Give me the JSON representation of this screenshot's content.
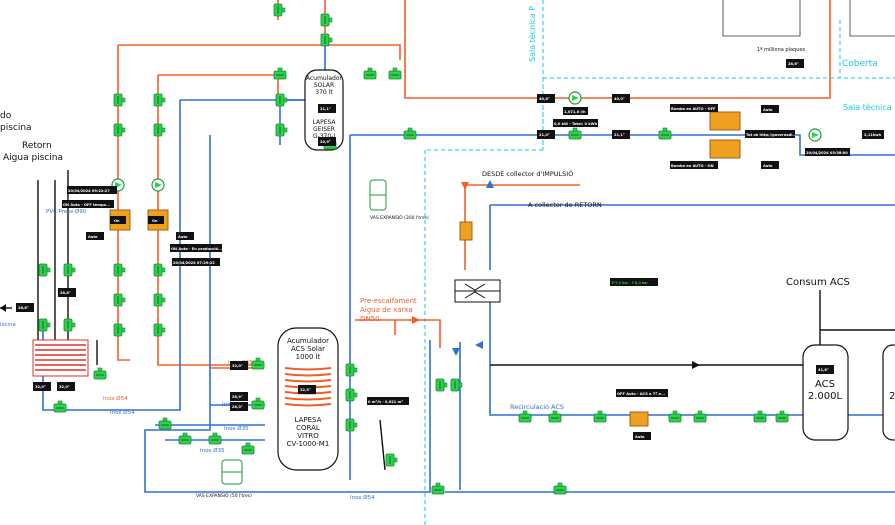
{
  "sala_tecnica_top": "Sala tècnica P",
  "coberta_label": "Coberta",
  "sala_tecnica_right": "Sala tècnica",
  "milliona_label": "1ª milliona  plaques",
  "left": {
    "line1": "do",
    "line2": "piscina",
    "line3": "Retorn",
    "line4": "Aigua  piscina",
    "pvc_label": "PVC Press Ø90",
    "bottom_piscina": "iscina"
  },
  "tank_solar": {
    "l1": "Acumulador",
    "l2": "SOLAR",
    "l3": "370 lt",
    "l4": "LAPESA",
    "l5": "GEISER",
    "l6": "G-370-I"
  },
  "acumulador": {
    "l1": "Acumulador",
    "l2": "ACS Solar",
    "l3": "1000 lt",
    "l4": "LAPESA",
    "l5": "CORAL",
    "l6": "VITRO",
    "l7": "CV-1000-M1"
  },
  "vas_top": "VAS EXPANSIÓ (300 l'tres)",
  "vas_bottom": "VAS  EXPANSIÓ  (50  l'tres)",
  "desde_label": "DESDE collector d'IMPULSIÓ",
  "a_collector_label": "A collector de RETORN",
  "preescalfament": {
    "l1": "Pre-escalfament",
    "l2": "Aigua de xarxa",
    "l3": "DN50"
  },
  "consum_label": "Consum  ACS",
  "acs_tank": {
    "l1": "ACS",
    "l2": "2.000L",
    "partial": "2"
  },
  "recirculacio": "Recirculació ACS",
  "inox": {
    "a": "Inox Ø54",
    "b": "Inox Ø54",
    "c": "Inox Ø35",
    "d": "Inox Ø35",
    "e": "Inox Ø35",
    "f": "Inox Ø54"
  },
  "pipe_orange_mid": "Inox Ø35",
  "tags": {
    "t_solar_temp": "21,1°",
    "t_solar_temp2": "20,9°",
    "t_top_a": "40,8°",
    "t_top_b": "40,0°",
    "t_flow": "1,071,0 l/h",
    "t_power": "0,0 kW - Total: 0 kWh",
    "t_ret_a": "21,0°",
    "t_ret_b": "21,1°",
    "t_bomba_a": "Bomba en AUTO - OFF",
    "t_bomba_b": "Bomba en AUTO - ON",
    "t_auto_a": "Auto",
    "t_auto_b": "Auto",
    "t_status": "Tot ok http://governadi...",
    "t_date_r": "20/04/2024 03:58:00",
    "t_right_temp": "2,11kwh",
    "t_top_right": "28,6°",
    "t_date_l1": "20/04/2024 09:22:27",
    "t_onauto": "ON Auto - OFF tempo...",
    "t_on_a": "On",
    "t_on_b": "On",
    "t_auto_c": "Auto",
    "t_auto_d": "Auto",
    "t_onauto2": "ON Auto - En producció...",
    "t_date_l2": "20/04/2024 07:29:22",
    "t_left1": "28,8°",
    "t_left2": "28,8°",
    "t_hx1": "32,0°",
    "t_hx2": "32,0°",
    "t_acum1": "32,0°",
    "t_acum2": "32,5°",
    "t_acum3": "28,0°",
    "t_acum4": "28,9°",
    "t_flow2": "0 m³/h - 0,021 m³",
    "t_green_box": "P 9,0 bar - Y 8,0 bar",
    "t_off": "OFF Auto - ACS a 7ª e...",
    "t_auto_e": "Auto",
    "t_acs_temp": "41,8°"
  }
}
